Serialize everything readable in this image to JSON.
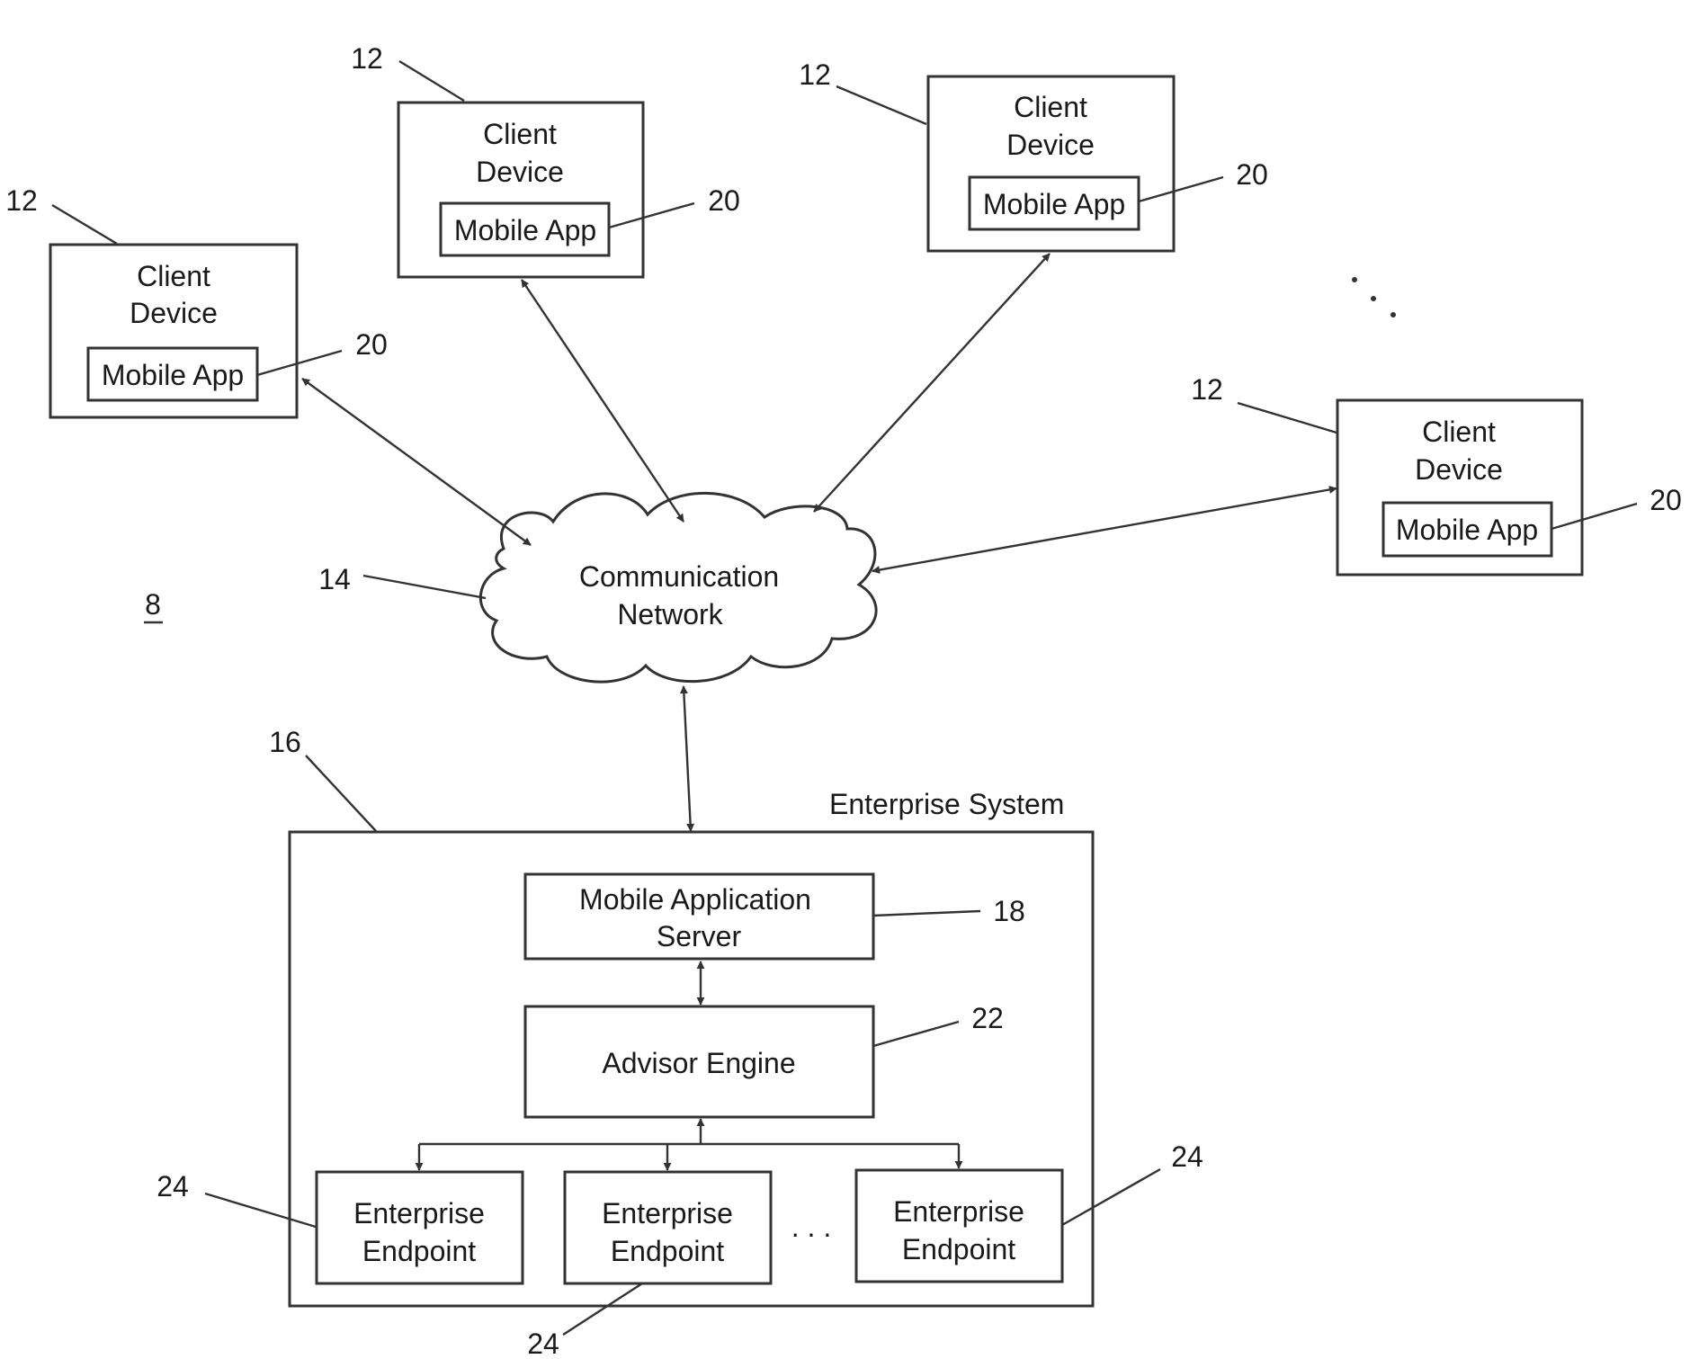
{
  "figure_number": "8",
  "client_devices": [
    {
      "lines": [
        "Client",
        "Device"
      ],
      "app": "Mobile App",
      "ref": "12",
      "app_ref": "20"
    },
    {
      "lines": [
        "Client",
        "Device"
      ],
      "app": "Mobile App",
      "ref": "12",
      "app_ref": "20"
    },
    {
      "lines": [
        "Client",
        "Device"
      ],
      "app": "Mobile App",
      "ref": "12",
      "app_ref": "20"
    },
    {
      "lines": [
        "Client",
        "Device"
      ],
      "app": "Mobile App",
      "ref": "12",
      "app_ref": "20"
    }
  ],
  "network": {
    "lines": [
      "Communication",
      "Network"
    ],
    "ref": "14"
  },
  "enterprise": {
    "title": "Enterprise System",
    "ref": "16",
    "mobile_server": {
      "lines": [
        "Mobile Application",
        "Server"
      ],
      "ref": "18"
    },
    "advisor": {
      "label": "Advisor Engine",
      "ref": "22"
    },
    "endpoints": [
      {
        "lines": [
          "Enterprise",
          "Endpoint"
        ],
        "ref": "24"
      },
      {
        "lines": [
          "Enterprise",
          "Endpoint"
        ],
        "ref": "24"
      },
      {
        "lines": [
          "Enterprise",
          "Endpoint"
        ],
        "ref": "24"
      }
    ],
    "ellipsis": ". . ."
  },
  "more_devices": ". . ."
}
